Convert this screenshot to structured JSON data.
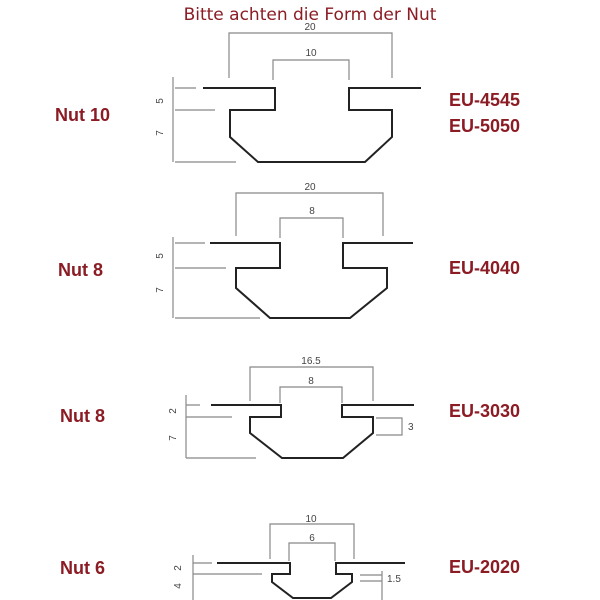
{
  "title": "Bitte achten die Form der Nut",
  "profiles": [
    {
      "label": "Nut 10",
      "codes": [
        "EU-4545",
        "EU-5050"
      ],
      "outer_width": "20",
      "slot_width": "10",
      "lip_height": "5",
      "body_height": "7"
    },
    {
      "label": "Nut 8",
      "codes": [
        "EU-4040"
      ],
      "outer_width": "20",
      "slot_width": "8",
      "lip_height": "5",
      "body_height": "7"
    },
    {
      "label": "Nut 8",
      "codes": [
        "EU-3030"
      ],
      "outer_width": "16.5",
      "slot_width": "8",
      "lip_height": "2",
      "body_height": "7",
      "side_height": "3"
    },
    {
      "label": "Nut 6",
      "codes": [
        "EU-2020"
      ],
      "outer_width": "10",
      "slot_width": "6",
      "lip_height": "2",
      "body_height": "4",
      "side_height": "1.5"
    }
  ]
}
